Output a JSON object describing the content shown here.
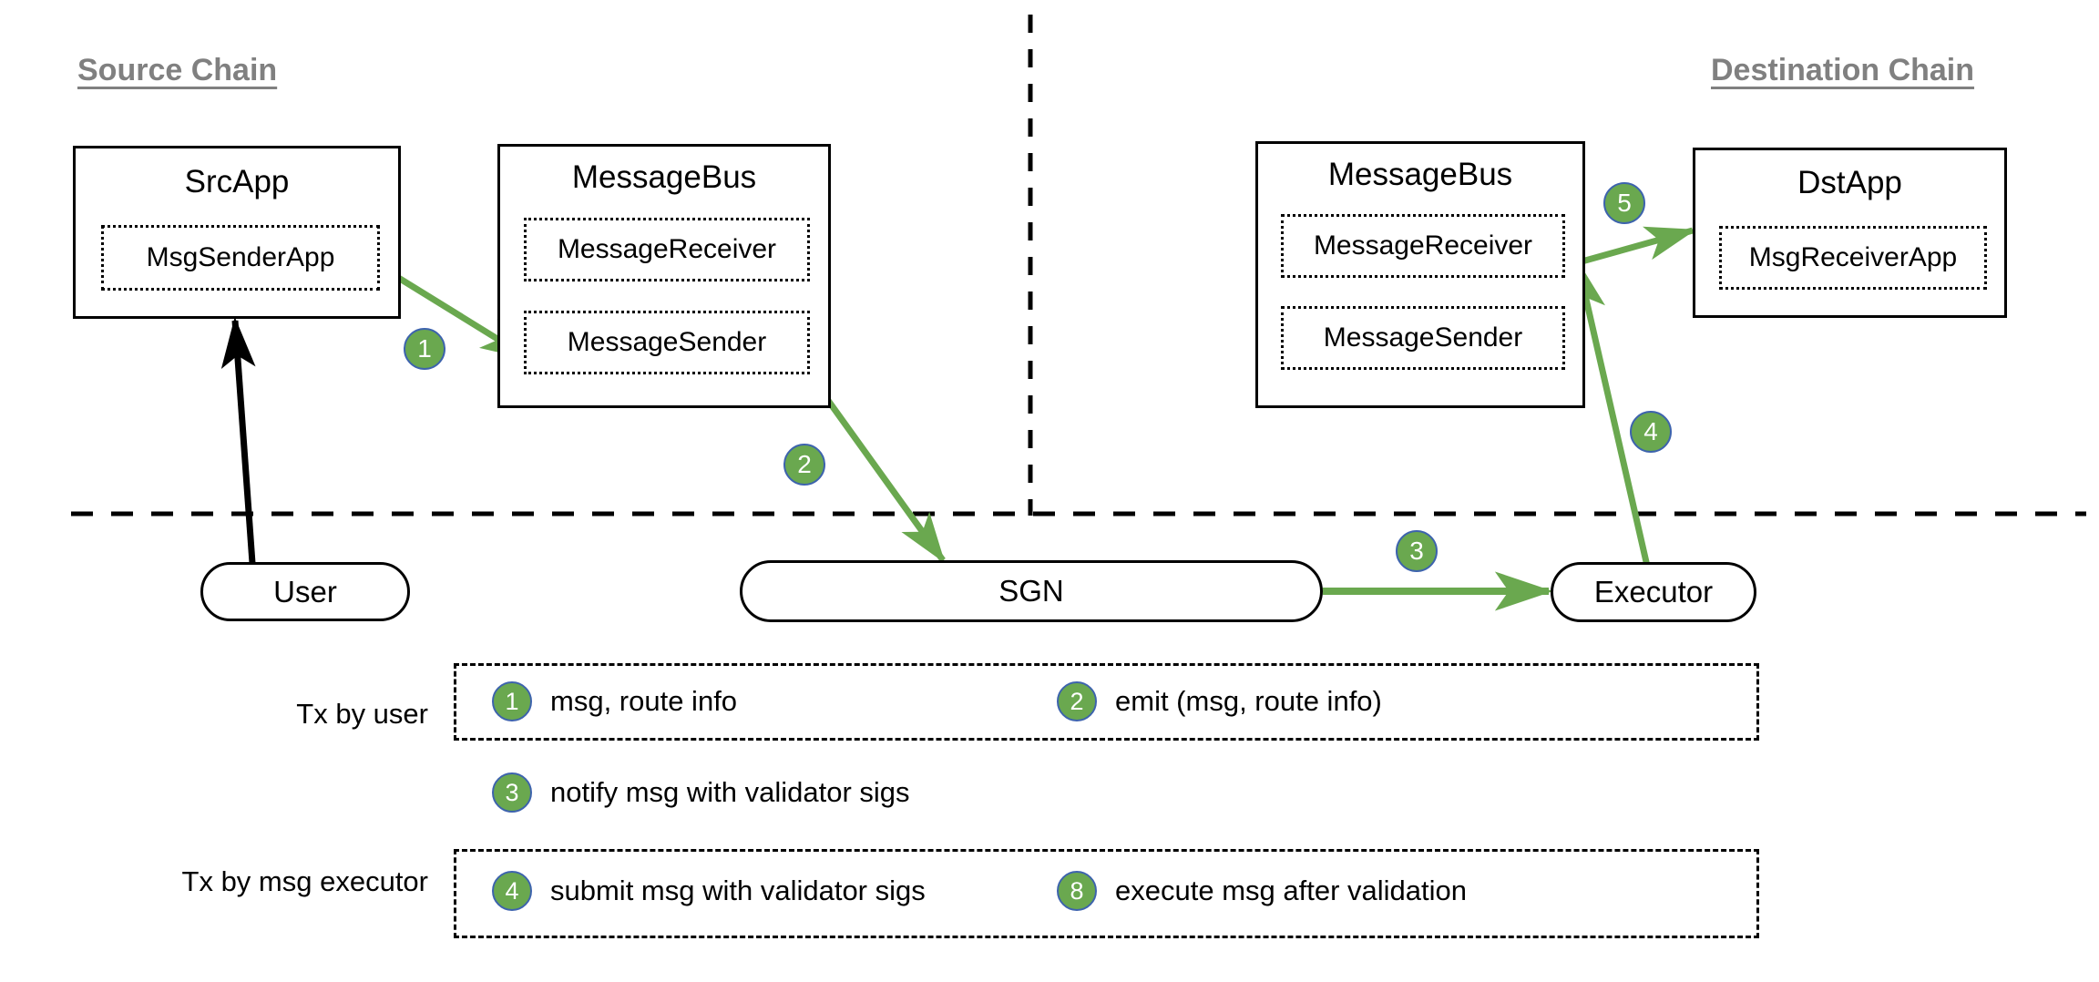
{
  "diagram": {
    "title_source": "Source Chain",
    "title_destination": "Destination Chain",
    "colors": {
      "badge_fill": "#6aa84f",
      "badge_border": "#3d63ad",
      "arrow_green": "#6aa84f",
      "arrow_black": "#000000",
      "chain_title": "#808080"
    }
  },
  "source_chain": {
    "src_app": {
      "title": "SrcApp",
      "component": "MsgSenderApp"
    },
    "message_bus": {
      "title": "MessageBus",
      "receiver": "MessageReceiver",
      "sender": "MessageSender"
    }
  },
  "destination_chain": {
    "message_bus": {
      "title": "MessageBus",
      "receiver": "MessageReceiver",
      "sender": "MessageSender"
    },
    "dst_app": {
      "title": "DstApp",
      "component": "MsgReceiverApp"
    }
  },
  "offchain": {
    "user": "User",
    "sgn": "SGN",
    "executor": "Executor"
  },
  "flow_badges": {
    "step1": "1",
    "step2": "2",
    "step3": "3",
    "step4": "4",
    "step5": "5"
  },
  "legend": {
    "row1_label": "Tx by user",
    "row2_label": "Tx by msg executor",
    "items": [
      {
        "num": "1",
        "text": "msg, route info"
      },
      {
        "num": "2",
        "text": "emit (msg, route info)"
      },
      {
        "num": "3",
        "text": "notify msg with validator sigs"
      },
      {
        "num": "4",
        "text": "submit msg with validator sigs"
      },
      {
        "num": "8",
        "text": "execute msg after validation"
      }
    ]
  }
}
